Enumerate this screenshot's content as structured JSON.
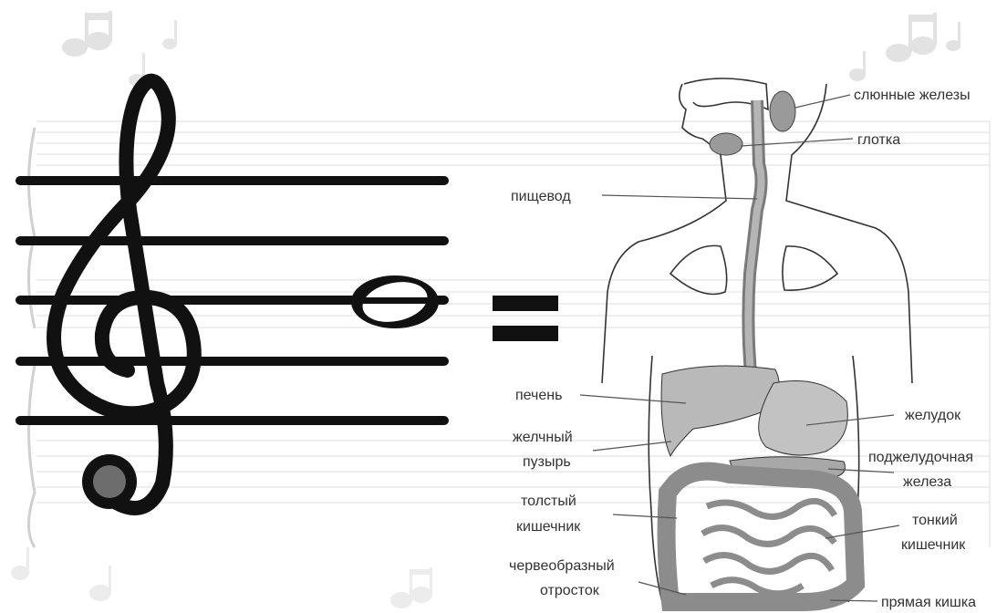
{
  "labels": {
    "salivary": "слюнные железы",
    "pharynx": "глотка",
    "esophagus": "пищевод",
    "liver": "печень",
    "gallbladder_line1": "желчный",
    "gallbladder_line2": "пузырь",
    "large_intestine_line1": "толстый",
    "large_intestine_line2": "кишечник",
    "appendix_line1": "червеобразный",
    "appendix_line2": "отросток",
    "stomach": "желудок",
    "pancreas_line1": "поджелудочная",
    "pancreas_line2": "железа",
    "small_intestine_line1": "тонкий",
    "small_intestine_line2": "кишечник",
    "rectum": "прямая кишка"
  },
  "colors": {
    "staff": "#111111",
    "faint_staff": "#d8d8d8",
    "organ_fill": "#b9b9b9",
    "organ_dark": "#8c8c8c",
    "note_gray": "#6d6d6d"
  },
  "icons": [
    "treble-clef-icon",
    "whole-note-icon",
    "equals-sign-icon",
    "music-note-icon"
  ]
}
